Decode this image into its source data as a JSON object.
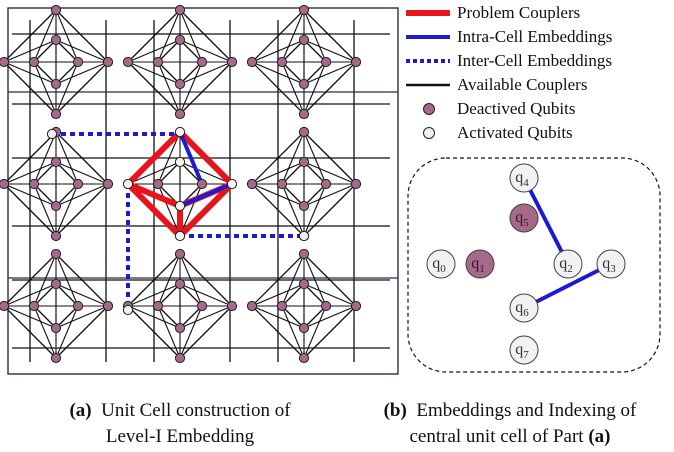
{
  "legend": {
    "problem_couplers": "Problem Couplers",
    "intra_cell": "Intra-Cell Embeddings",
    "inter_cell": "Inter-Cell Embeddings",
    "available": "Available Couplers",
    "deactivated": "Deactived Qubits",
    "activated": "Activated Qubits"
  },
  "colors": {
    "problem": "#e8141b",
    "embedding": "#1b1bd6",
    "coupler": "#111111",
    "deactivated_fill": "#a6698a",
    "activated_fill": "#f2f2f2"
  },
  "panel_b": {
    "qubits": [
      {
        "id": "q0",
        "base": "q",
        "sub": "0",
        "state": "activated"
      },
      {
        "id": "q1",
        "base": "q",
        "sub": "1",
        "state": "deactivated"
      },
      {
        "id": "q2",
        "base": "q",
        "sub": "2",
        "state": "activated"
      },
      {
        "id": "q3",
        "base": "q",
        "sub": "3",
        "state": "activated"
      },
      {
        "id": "q4",
        "base": "q",
        "sub": "4",
        "state": "activated"
      },
      {
        "id": "q5",
        "base": "q",
        "sub": "5",
        "state": "deactivated"
      },
      {
        "id": "q6",
        "base": "q",
        "sub": "6",
        "state": "activated"
      },
      {
        "id": "q7",
        "base": "q",
        "sub": "7",
        "state": "activated"
      }
    ],
    "embeddings": [
      [
        "q4",
        "q2"
      ],
      [
        "q3",
        "q6"
      ]
    ]
  },
  "captions": {
    "a_tag": "(a)",
    "a_line1": "Unit Cell construction of",
    "a_line2": "Level-I Embedding",
    "b_tag": "(b)",
    "b_line1": "Embeddings and Indexing of",
    "b_line2_pre": "central unit cell of Part ",
    "b_line2_tag": "(a)"
  }
}
